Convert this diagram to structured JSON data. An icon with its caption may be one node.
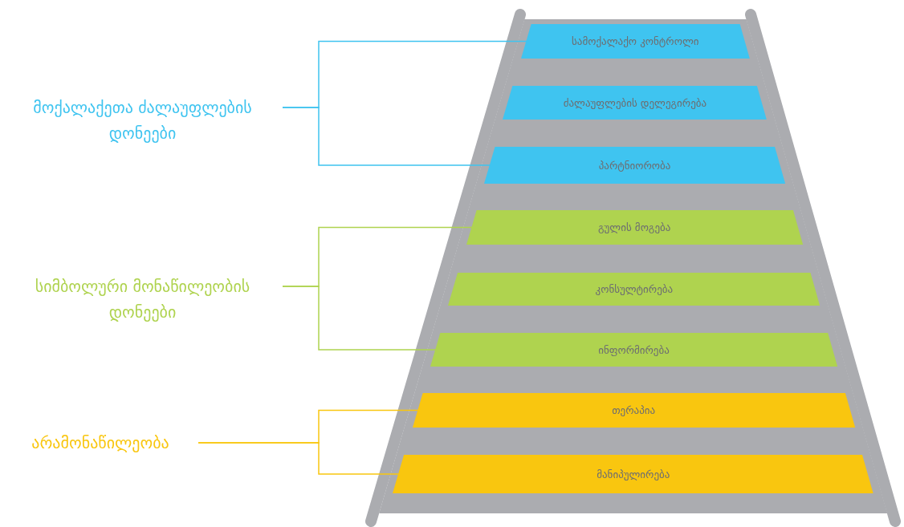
{
  "diagram": {
    "nodes": [
      {
        "text": [
          "მოქალაქეთა ძალაუფლების დონეები"
        ]
      },
      {
        "text": [
          "სამოქალაქო კონტროლი"
        ]
      },
      {
        "text": [
          "ძალაუფლების დელეგირება"
        ]
      },
      {
        "text": [
          "პარტნიორობა"
        ]
      },
      {
        "text": [
          "სიმბოლური მონაწილეობის დონეები"
        ]
      },
      {
        "text": [
          "გულის მოგება"
        ]
      },
      {
        "text": [
          "კონსულტირება"
        ]
      },
      {
        "text": [
          "ინფორმირება"
        ]
      },
      {
        "text": [
          "არამონაწილეობა"
        ]
      },
      {
        "text": [
          "თერაპია"
        ]
      },
      {
        "text": [
          "მანიპულირება"
        ]
      }
    ],
    "edges": [
      {
        "from": 0,
        "to": 1,
        "arrow": "none",
        "color": "#3fc4f0"
      },
      {
        "from": 0,
        "to": 3,
        "arrow": "none",
        "color": "#3fc4f0"
      },
      {
        "from": 4,
        "to": 5,
        "arrow": "none",
        "color": "#afd34f"
      },
      {
        "from": 4,
        "to": 7,
        "arrow": "none",
        "color": "#afd34f"
      },
      {
        "from": 8,
        "to": 9,
        "arrow": "none",
        "color": "#f9c60f"
      },
      {
        "from": 8,
        "to": 10,
        "arrow": "none",
        "color": "#f9c60f"
      }
    ]
  }
}
